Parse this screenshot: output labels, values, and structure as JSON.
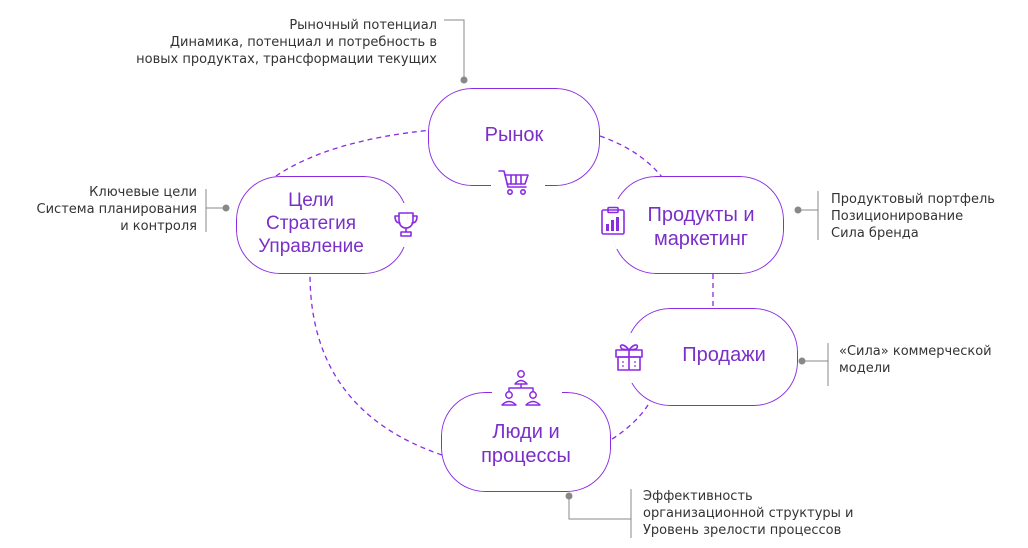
{
  "colors": {
    "accent": "#8a2be2",
    "text_accent": "#7b2fc9",
    "note_text": "#333333",
    "connector": "#888888"
  },
  "nodes": {
    "market": {
      "label": "Рынок",
      "icon": "shopping-cart-icon"
    },
    "products": {
      "label_line1": "Продукты и",
      "label_line2": "маркетинг",
      "icon": "clipboard-chart-icon"
    },
    "sales": {
      "label": "Продажи",
      "icon": "gift-icon"
    },
    "people": {
      "label_line1": "Люди и",
      "label_line2": "процессы",
      "icon": "team-hierarchy-icon"
    },
    "goals": {
      "label_line1": "Цели",
      "label_line2": "Стратегия",
      "label_line3": "Управление",
      "icon": "trophy-icon"
    }
  },
  "notes": {
    "market": [
      "Рыночный потенциал",
      "Динамика, потенциал и потребность в",
      "новых продуктах, трансформации текущих"
    ],
    "products": [
      "Продуктовый портфель",
      "Позиционирование",
      "Сила бренда"
    ],
    "sales": [
      "«Сила» коммерческой",
      "модели"
    ],
    "people": [
      "Эффективность",
      "организационной структуры и",
      "Уровень зрелости процессов"
    ],
    "goals": [
      "Ключевые цели",
      "Система планирования",
      "и контроля"
    ]
  }
}
